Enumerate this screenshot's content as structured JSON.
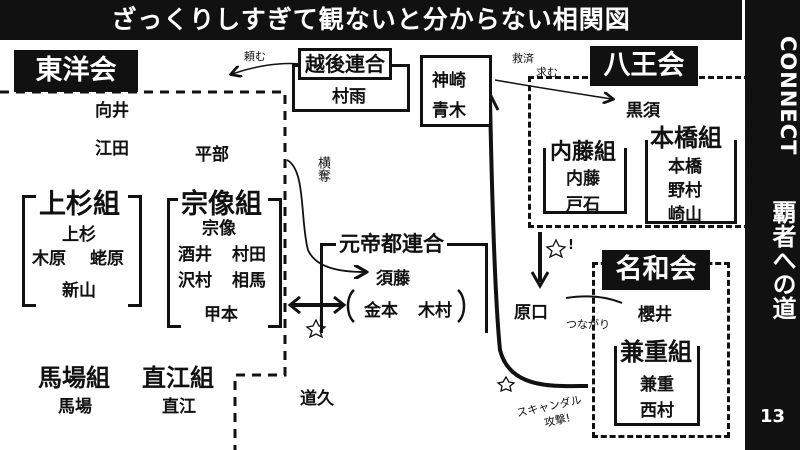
{
  "title": "ざっくりしすぎて観ないと分からない相関図",
  "side": {
    "brand": "CONNECT",
    "subtitle": "覇者への道",
    "number": "13"
  },
  "toyo": {
    "label": "東洋会",
    "members": [
      "向井",
      "江田",
      "平部"
    ],
    "uesugi": {
      "name": "上杉組",
      "members": [
        "上杉",
        "木原",
        "蛯原",
        "新山"
      ]
    },
    "munakata": {
      "name": "宗像組",
      "members": [
        "宗像",
        "酒井",
        "村田",
        "沢村",
        "相馬",
        "甲本"
      ]
    },
    "baba": {
      "name": "馬場組",
      "member": "馬場"
    },
    "naoe": {
      "name": "直江組",
      "member": "直江"
    }
  },
  "echigo": {
    "name": "越後連合",
    "member": "村雨"
  },
  "kanzaki": {
    "members": [
      "神崎",
      "青木"
    ]
  },
  "hachio": {
    "label": "八王会",
    "member": "黒須",
    "naito": {
      "name": "内藤組",
      "members": [
        "内藤",
        "戸石"
      ]
    },
    "honbashi": {
      "name": "本橋組",
      "members": [
        "本橋",
        "野村",
        "崎山"
      ]
    }
  },
  "gentei": {
    "name": "元帝都連合",
    "members": [
      "須藤",
      "金本",
      "木村"
    ]
  },
  "nawa": {
    "label": "名和会",
    "member": "櫻井",
    "kaneshige": {
      "name": "兼重組",
      "members": [
        "兼重",
        "西村"
      ]
    }
  },
  "others": {
    "haraguchi": "原口",
    "michihisa": "道久"
  },
  "annotations": {
    "tanomu": "頼む",
    "kyusai": "救済",
    "motomu": "求む",
    "ryakudatsu": "横奪",
    "tsunagari": "つながり",
    "scandal": "スキャンダル",
    "kougeki": "攻撃!",
    "spark": "!"
  }
}
